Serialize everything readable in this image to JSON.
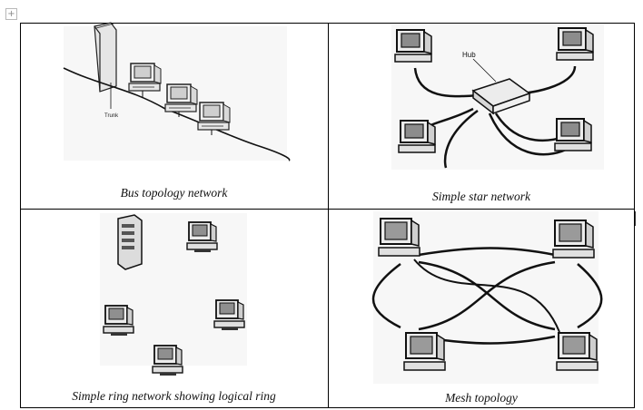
{
  "table_handle_icon": "move-handle-icon",
  "cells": [
    {
      "caption": "Bus topology network",
      "trunk_label": "Trunk"
    },
    {
      "caption": "Simple star network",
      "hub_label": "Hub"
    },
    {
      "caption": "Simple ring network showing logical ring"
    },
    {
      "caption": "Mesh topology"
    }
  ]
}
